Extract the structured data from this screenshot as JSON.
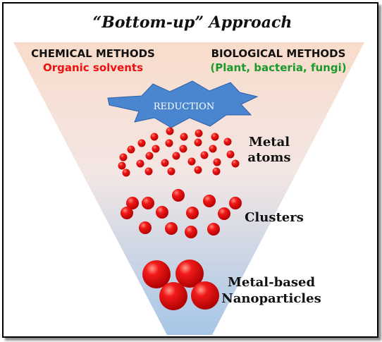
{
  "title": "“Bottom-up” Approach",
  "chemical": {
    "heading": "CHEMICAL METHODS",
    "subheading": "Organic solvents"
  },
  "biological": {
    "heading": "BIOLOGICAL METHODS",
    "subheading": "(Plant, bacteria, fungi)"
  },
  "reduction_label": "REDUCTION",
  "stages": {
    "metal_atoms": [
      "Metal",
      "atoms"
    ],
    "clusters": "Clusters",
    "nanoparticles": [
      "Metal-based",
      "Nanoparticles"
    ]
  },
  "colors": {
    "chemical_subheading": "#ee1111",
    "biological_subheading": "#1a9a2a",
    "funnel_top": "#f7dccb",
    "funnel_bottom": "#a9c8e6",
    "burst": "#4a86d0",
    "particle": "#e41414"
  }
}
